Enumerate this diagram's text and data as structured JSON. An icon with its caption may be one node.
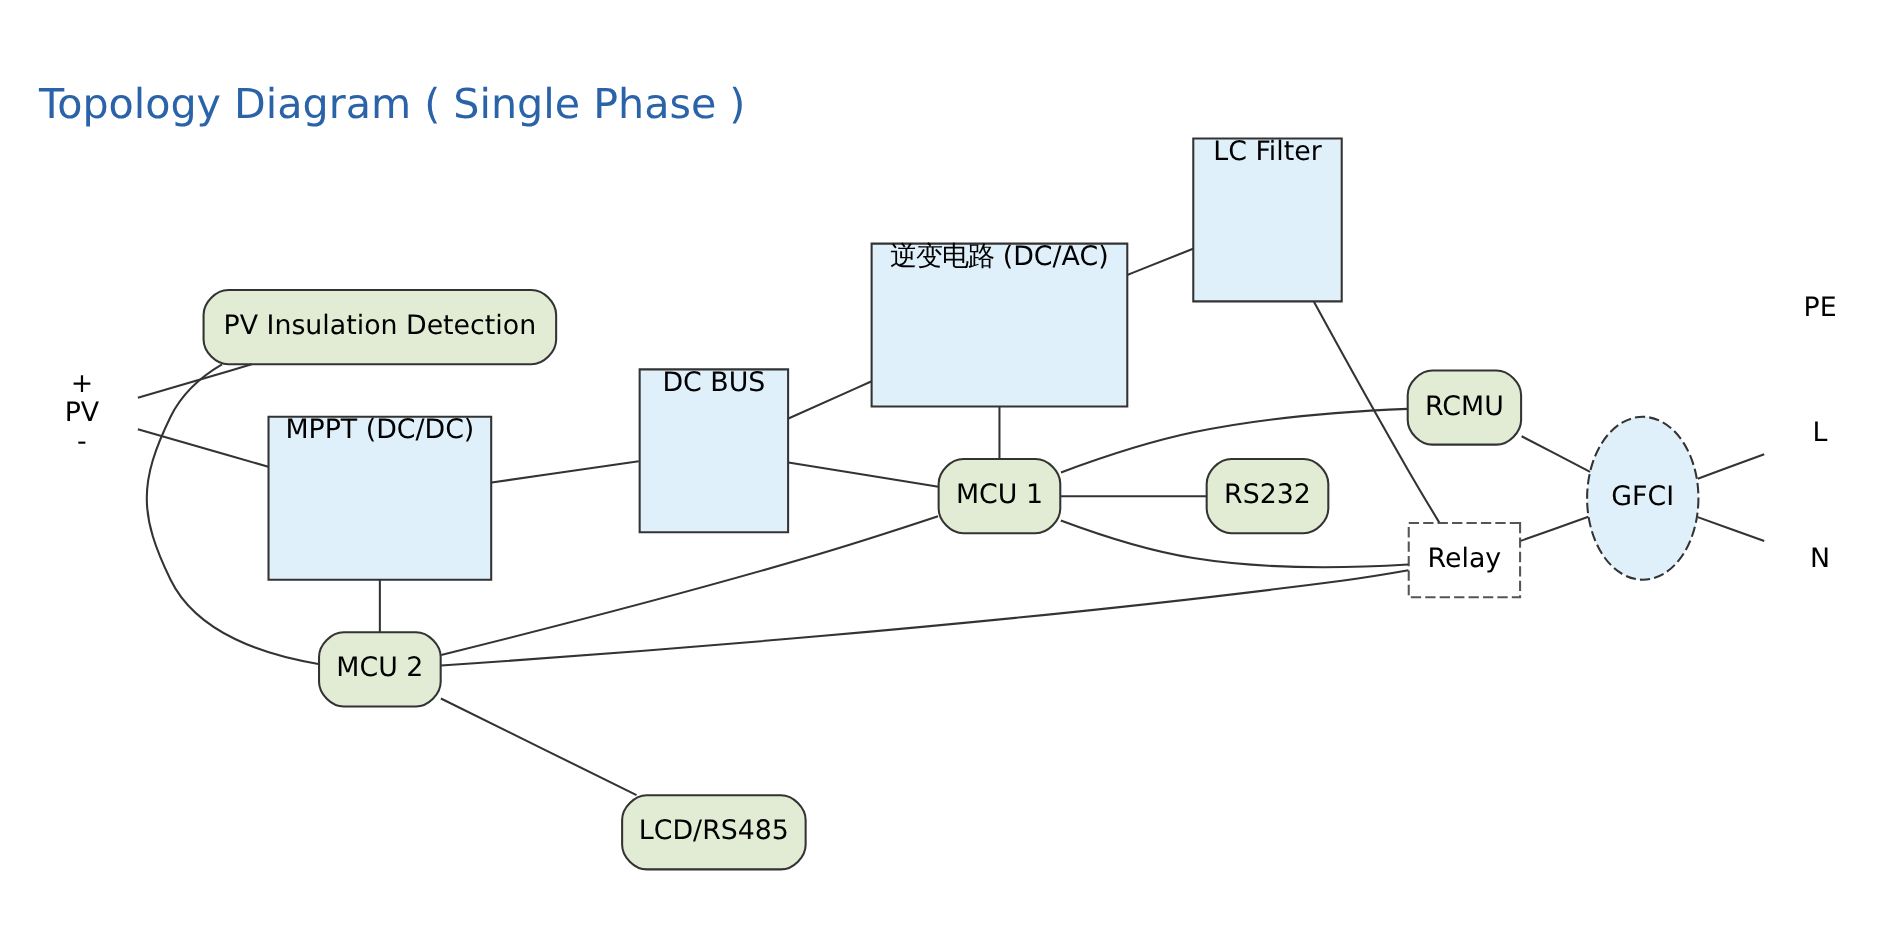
{
  "diagram": {
    "title": "Topology Diagram ( Single Phase )",
    "nodes": [
      {
        "text": [
          "+",
          "PV",
          "-"
        ]
      },
      {
        "text": [
          "MPPT (DC/DC)"
        ]
      },
      {
        "text": [
          "DC BUS"
        ]
      },
      {
        "text": [
          "逆变电路 (DC/AC)"
        ]
      },
      {
        "text": [
          "LC Filter"
        ]
      },
      {
        "text": [
          "Relay"
        ]
      },
      {
        "text": [
          "GFCI"
        ]
      },
      {
        "text": [
          "L"
        ]
      },
      {
        "text": [
          "N"
        ]
      },
      {
        "text": [
          "PV Insulation Detection"
        ]
      },
      {
        "text": [
          "MCU 2"
        ]
      },
      {
        "text": [
          "MCU 1"
        ]
      },
      {
        "text": [
          "RCMU"
        ]
      },
      {
        "text": [
          "LCD/RS485"
        ]
      },
      {
        "text": [
          "RS232"
        ]
      }
    ],
    "edges": [
      {
        "from": 0,
        "to": 1,
        "arrow": "none"
      },
      {
        "from": 1,
        "to": 2,
        "arrow": "none"
      },
      {
        "from": 2,
        "to": 3,
        "arrow": "none"
      },
      {
        "from": 3,
        "to": 4,
        "arrow": "none"
      },
      {
        "from": 4,
        "to": 5,
        "arrow": "none"
      },
      {
        "from": 5,
        "to": 6,
        "arrow": "none"
      },
      {
        "from": 6,
        "to": 7,
        "arrow": "none"
      },
      {
        "from": 6,
        "to": 8,
        "arrow": "none"
      },
      {
        "from": 0,
        "to": 9,
        "arrow": "none"
      },
      {
        "from": 9,
        "to": 10,
        "arrow": "none"
      },
      {
        "from": 1,
        "to": 10,
        "arrow": "none"
      },
      {
        "from": 5,
        "to": 10,
        "arrow": "none"
      },
      {
        "from": 10,
        "to": 11,
        "arrow": "none"
      },
      {
        "from": 2,
        "to": 11,
        "arrow": "none"
      },
      {
        "from": 3,
        "to": 11,
        "arrow": "none"
      },
      {
        "from": 5,
        "to": 11,
        "arrow": "none"
      },
      {
        "from": 11,
        "to": 12,
        "arrow": "none"
      },
      {
        "from": 12,
        "to": 6,
        "arrow": "none"
      },
      {
        "from": 10,
        "to": 13,
        "arrow": "none"
      },
      {
        "from": 11,
        "to": 14,
        "arrow": "none"
      }
    ],
    "labels": [
      "PE"
    ]
  }
}
